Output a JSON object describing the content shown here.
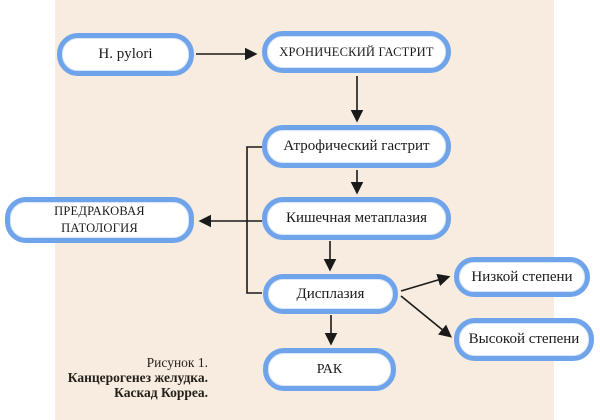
{
  "figure": {
    "nodes": {
      "hpylori": "H. pylori",
      "chronic": "ХРОНИЧЕСКИЙ ГАСТРИТ",
      "atrophic": "Атрофический гастрит",
      "metaplasia": "Кишечная метаплазия",
      "precancer_line1": "ПРЕДРАКОВАЯ",
      "precancer_line2": "ПАТОЛОГИЯ",
      "dysplasia": "Дисплазия",
      "low_grade": "Низкой степени",
      "high_grade": "Высокой степени",
      "cancer": "РАК"
    },
    "caption": {
      "line1": "Рисунок 1.",
      "line2": "Канцерогенез желудка.",
      "line3": "Каскад Корреа."
    },
    "colors": {
      "panel_bg": "#f7ecdf",
      "node_fill": "#ffffff",
      "node_border": "#6fa3ea",
      "arrow": "#1a1a1a",
      "text": "#1b1b1b"
    }
  }
}
